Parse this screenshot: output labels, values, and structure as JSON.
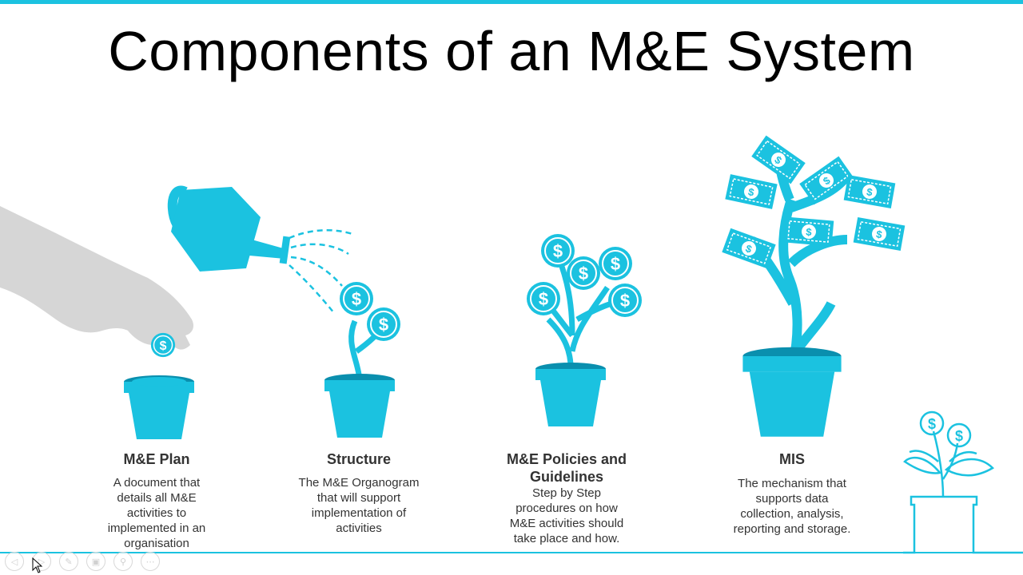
{
  "slide": {
    "title": "Components of an M&E System",
    "accent_color": "#1bc2e0",
    "columns": [
      {
        "heading": "M&E Plan",
        "text_lines": [
          "A document that",
          "details all M&E",
          "activities to",
          "implemented in an",
          "organisation"
        ]
      },
      {
        "heading": "Structure",
        "text_lines": [
          "The M&E Organogram",
          "that will support",
          "implementation of",
          "activities"
        ]
      },
      {
        "heading_lines": [
          "M&E Policies and",
          "Guidelines"
        ],
        "text_lines": [
          "Step by Step",
          "procedures on how",
          "M&E activities should",
          "take place and how."
        ]
      },
      {
        "heading": "MIS",
        "text_lines": [
          "The mechanism that",
          "supports data",
          "collection, analysis,",
          "reporting and storage."
        ]
      }
    ],
    "coin_symbol": "$"
  },
  "viewer_controls": [
    {
      "icon": "previous-icon",
      "glyph": "◁"
    },
    {
      "icon": "next-icon",
      "glyph": "▷"
    },
    {
      "icon": "pen-icon",
      "glyph": "✎"
    },
    {
      "icon": "slides-icon",
      "glyph": "▣"
    },
    {
      "icon": "zoom-icon",
      "glyph": "⚲"
    },
    {
      "icon": "more-icon",
      "glyph": "⋯"
    }
  ]
}
